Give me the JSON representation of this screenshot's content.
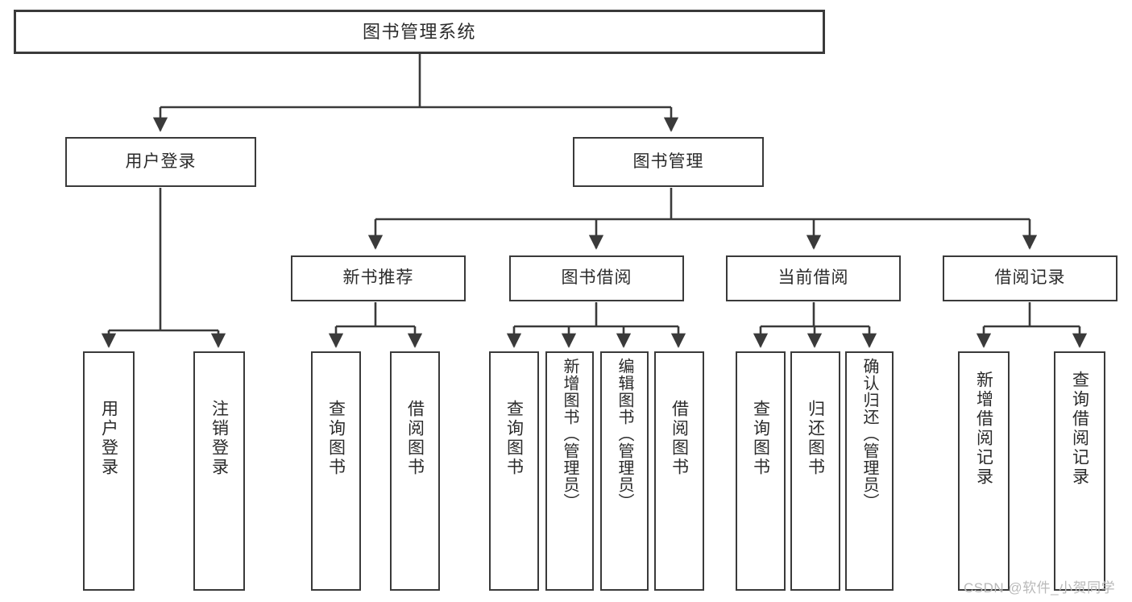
{
  "diagram": {
    "title": "图书管理系统",
    "type": "hierarchy-tree",
    "orientation": "top-down",
    "colors": {
      "box_border": "#3a3a3a",
      "box_fill": "#ffffff",
      "connector": "#3a3a3a",
      "text": "#2b2b2b",
      "watermark": "#b9b9b9"
    }
  },
  "nodes": {
    "root": {
      "label": "图书管理系统"
    },
    "level2": [
      {
        "id": "user-login",
        "label": "用户登录"
      },
      {
        "id": "book-manage",
        "label": "图书管理"
      }
    ],
    "level3": [
      {
        "id": "new-book-recommend",
        "label": "新书推荐"
      },
      {
        "id": "book-borrow",
        "label": "图书借阅"
      },
      {
        "id": "current-borrow",
        "label": "当前借阅"
      },
      {
        "id": "borrow-record",
        "label": "借阅记录"
      }
    ],
    "leaves": {
      "user_login": [
        {
          "id": "leaf-user-login",
          "label": "用户登录"
        },
        {
          "id": "leaf-logout",
          "label": "注销登录"
        }
      ],
      "new_book_recommend": [
        {
          "id": "leaf-query-book-1",
          "label": "查询图书"
        },
        {
          "id": "leaf-borrow-book-1",
          "label": "借阅图书"
        }
      ],
      "book_borrow": [
        {
          "id": "leaf-query-book-2",
          "label": "查询图书"
        },
        {
          "id": "leaf-add-book",
          "label": "新增图书（管理员）"
        },
        {
          "id": "leaf-edit-book",
          "label": "编辑图书（管理员）"
        },
        {
          "id": "leaf-borrow-book-2",
          "label": "借阅图书"
        }
      ],
      "current_borrow": [
        {
          "id": "leaf-query-book-3",
          "label": "查询图书"
        },
        {
          "id": "leaf-return-book",
          "label": "归还图书"
        },
        {
          "id": "leaf-confirm-return",
          "label": "确认归还（管理员）"
        }
      ],
      "borrow_record": [
        {
          "id": "leaf-add-record",
          "label": "新增借阅记录"
        },
        {
          "id": "leaf-query-record",
          "label": "查询借阅记录"
        }
      ]
    }
  },
  "watermark": {
    "text": "CSDN @软件_小贺同学"
  }
}
